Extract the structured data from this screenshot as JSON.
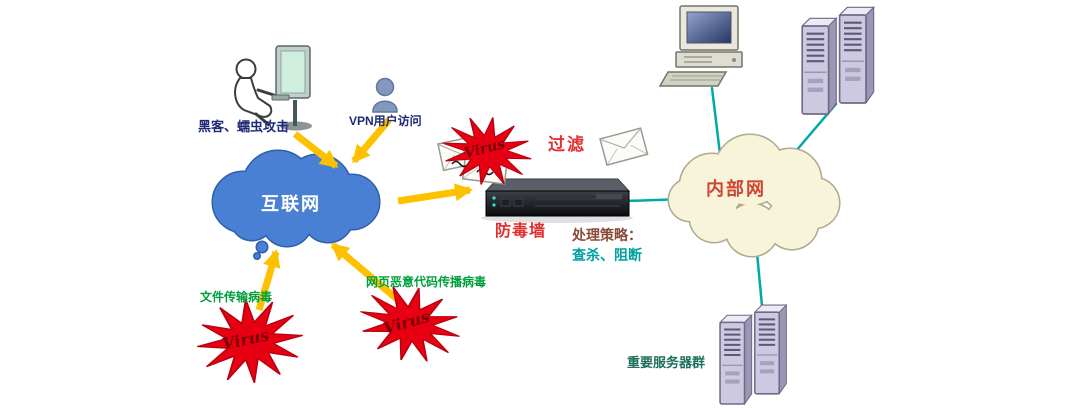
{
  "diagram": {
    "nodes": {
      "hacker": {
        "label": "黑客、蠕虫攻击"
      },
      "vpn_user": {
        "label": "VPN用户访问"
      },
      "internet": {
        "label": "互联网"
      },
      "firewall": {
        "label": "防毒墙"
      },
      "intranet": {
        "label": "内部网"
      },
      "server_group": {
        "label": "重要服务器群"
      },
      "file_virus": {
        "label": "文件传输病毒"
      },
      "web_virus": {
        "label": "网页恶意代码传播病毒"
      }
    },
    "virus_bursts": {
      "top": "Virus",
      "bottom_left": "Virus",
      "bottom_middle": "Virus"
    },
    "annotations": {
      "filter": "过滤",
      "policy_title": "处理策略：",
      "policy_actions": "查杀、阻断"
    },
    "colors": {
      "internet_cloud": "#4a80d4",
      "intranet_cloud": "#f8f4da",
      "virus_burst": "#e60012",
      "attack_arrow": "#fec100",
      "network_link": "#00a9a9",
      "virus_label_green": "#009f3c",
      "alert_red": "#e03030",
      "policy_teal": "#00a0a0",
      "label_navy": "#1f2a78"
    }
  }
}
